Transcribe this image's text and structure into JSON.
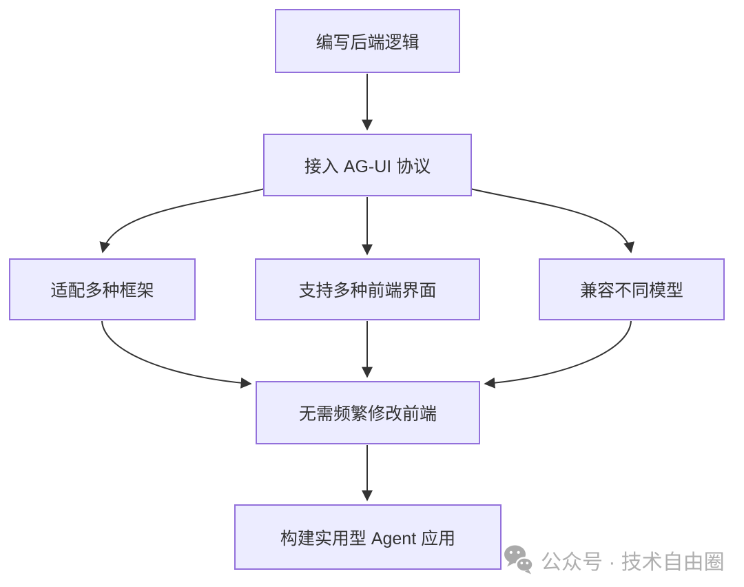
{
  "diagram": {
    "type": "flowchart",
    "direction": "top-down",
    "nodes": [
      {
        "id": "write-backend-logic",
        "label": "编写后端逻辑"
      },
      {
        "id": "agui-protocol",
        "label": "接入 AG-UI 协议"
      },
      {
        "id": "adapt-frameworks",
        "label": "适配多种框架"
      },
      {
        "id": "support-frontends",
        "label": "支持多种前端界面"
      },
      {
        "id": "compatible-models",
        "label": "兼容不同模型"
      },
      {
        "id": "no-frontend-rewrites",
        "label": "无需频繁修改前端"
      },
      {
        "id": "build-agent-app",
        "label": "构建实用型 Agent 应用"
      }
    ],
    "edges": [
      {
        "from": "编写后端逻辑",
        "to": "接入 AG-UI 协议"
      },
      {
        "from": "接入 AG-UI 协议",
        "to": "适配多种框架"
      },
      {
        "from": "接入 AG-UI 协议",
        "to": "支持多种前端界面"
      },
      {
        "from": "接入 AG-UI 协议",
        "to": "兼容不同模型"
      },
      {
        "from": "适配多种框架",
        "to": "无需频繁修改前端"
      },
      {
        "from": "支持多种前端界面",
        "to": "无需频繁修改前端"
      },
      {
        "from": "兼容不同模型",
        "to": "无需频繁修改前端"
      },
      {
        "from": "无需频繁修改前端",
        "to": "构建实用型 Agent 应用"
      }
    ],
    "colors": {
      "node_fill": "#ECECFF",
      "node_border": "#9370DB",
      "edge_stroke": "#333333",
      "text": "#333333"
    }
  },
  "watermark": {
    "icon": "wechat-icon",
    "text": "公众号 · 技术自由圈",
    "color": "#AFAFAF"
  }
}
